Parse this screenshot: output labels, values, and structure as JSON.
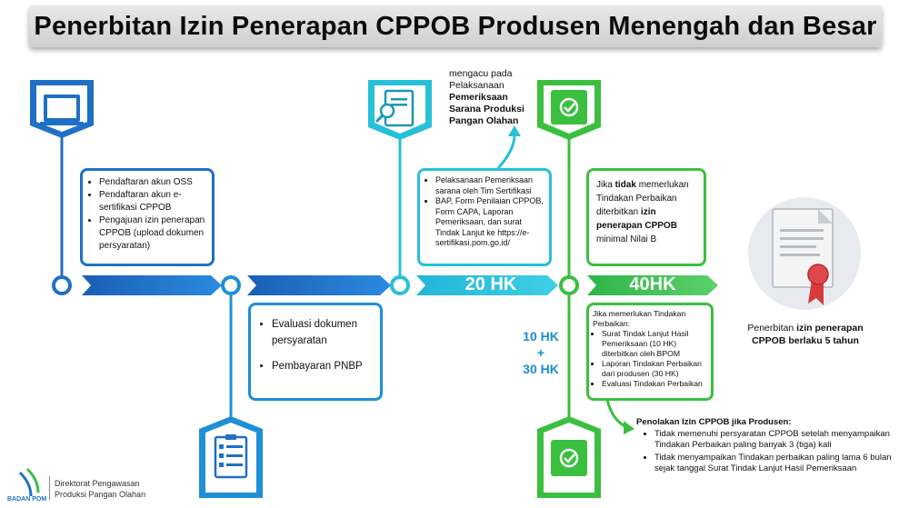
{
  "title": "Penerbitan Izin Penerapan CPPOB Produsen Menengah dan Besar",
  "step1": {
    "items": [
      "Pendaftaran akun OSS",
      "Pendaftaran akun e-sertifikasi CPPOB",
      "Pengajuan izin penerapan CPPOB (upload dokumen persyaratan)"
    ]
  },
  "step2": {
    "items": [
      "Evaluasi dokumen persyaratan",
      "Pembayaran PNBP"
    ]
  },
  "step3": {
    "items": [
      "Pelaksanaan  Pemeriksaan sarana oleh Tim Sertifikasi",
      "BAP, Form Penilaian CPPOB, Form CAPA, Laporan Pemeriksaan, dan surat Tindak Lanjut ke https://e-sertifikasi.pom.go.id/"
    ]
  },
  "note_top": {
    "prefix": "mengacu pada Pelaksanaan",
    "bold": "Pemeriksaan Sarana Produksi Pangan Olahan"
  },
  "step4": {
    "p1": "Jika",
    "p1_bold": "tidak",
    "p2": "memerlukan Tindakan Perbaikan diterbitkan",
    "p2_bold": "izin penerapan CPPOB",
    "p3": "minimal Nilai B"
  },
  "step5": {
    "intro": "Jika memerlukan Tindakan Perbaikan:",
    "items": [
      "Surat Tindak Lanjut Hasil Pemeriksaan (10 HK) diterbitkan oleh BPOM",
      "Laporan Tindakan Perbaikan dari produsen (30 HK)",
      "Evaluasi Tindakan Perbaikan"
    ]
  },
  "hk": {
    "label_20": "20 HK",
    "label_40": "40HK",
    "l10": "10 HK",
    "plus": "+",
    "l30": "30 HK"
  },
  "certificate": {
    "prefix": "Penerbitan",
    "bold1": "izin penerapan",
    "bold2": "CPPOB berlaku 5 tahun"
  },
  "rejection": {
    "title": "Penolakan Izin CPPOB jika Produsen:",
    "items": [
      "Tidak memenuhi persyaratan CPPOB setelah menyampaikan Tindakan Perbaikan paling banyak 3 (tiga) kali",
      "Tidak menyampaikan Tindakan perbaikan paling lama 6 bulan sejak tanggal Surat Tindak Lanjut Hasil Pemeriksaan"
    ]
  },
  "footer": {
    "logo_text": "BADAN POM",
    "line1": "Direktorat Pengawasan",
    "line2": "Produksi Pangan Olahan"
  },
  "colors": {
    "blue": "#1f6fc5",
    "cyan": "#26c0d8",
    "green": "#3bbf3f"
  }
}
